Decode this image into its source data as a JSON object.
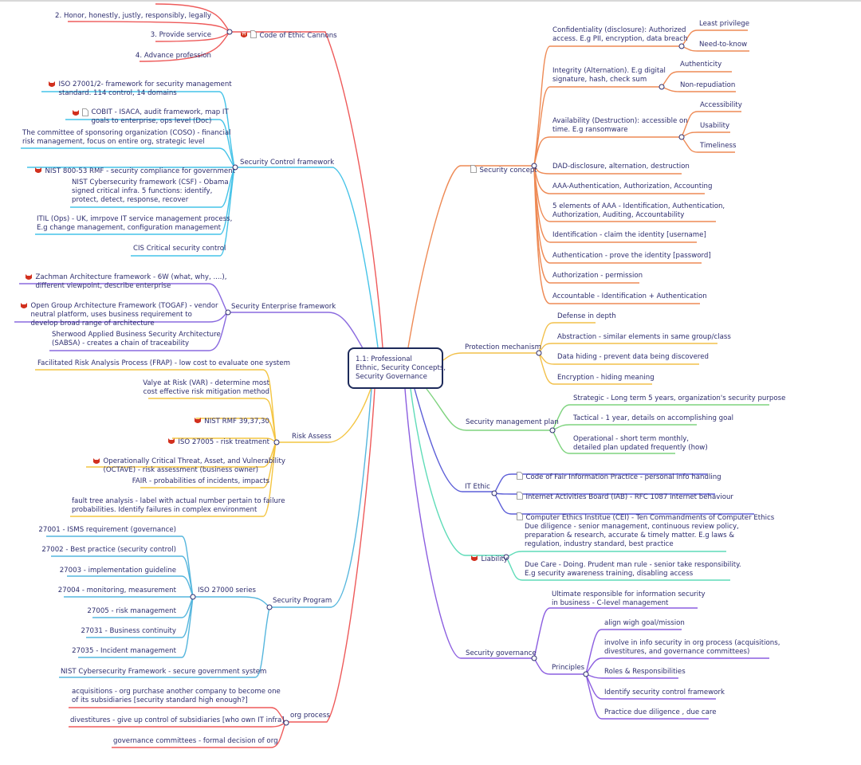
{
  "center": {
    "label": "1.1: Professional\nEthnic, Security Concepts,\nSecurity Governance"
  },
  "colors": {
    "red": "#ee5a5a",
    "cyan": "#45c3e8",
    "purple": "#8a6adf",
    "yellow": "#f4c542",
    "blue": "#55b6dd",
    "orange": "#ee8a55",
    "gold": "#f2c04a",
    "green": "#7ed37e",
    "indigo": "#5d5fd8",
    "teal": "#5fdcb8",
    "violet": "#8c5ee0",
    "text": "#2d2d6e"
  },
  "left": {
    "code_of_ethic": {
      "label": "Code of Ethic Cannons",
      "icons": [
        "mascot-icon",
        "note-icon"
      ],
      "children": [
        "2. Honor, honestly, justly, responsibly, legally",
        "3. Provide service",
        "4. Advance profession"
      ]
    },
    "security_control_framework": {
      "label": "Security Control framework",
      "children": [
        "ISO 27001/2- framework for security management\nstandard. 114 control, 14 domains",
        "COBIT - ISACA, audit framework, map IT\ngoals to enterprise, ops level (Doc)",
        "The committee of sponsoring organization (COSO) - financial\nrisk management, focus on entire org, strategic level",
        "NIST 800-53 RMF - security compliance for government",
        "NIST Cybersecurity framework (CSF) - Obama\nsigned critical infra. 5 functions: identify,\nprotect, detect, response, recover",
        "ITIL (Ops) - UK, imrpove IT service management process,\nE.g change management, configuration management",
        "CIS Critical security control"
      ]
    },
    "security_enterprise_framework": {
      "label": "Security Enterprise framework",
      "children": [
        "Zachman Architecture framework - 6W (what, why, ....),\ndifferent viewpoint, describe enterprise",
        "Open Group Architecture Framework (TOGAF) - vendor\nneutral platform, uses business requirement to\ndevelop broad range of architecture",
        "Sherwood Applied Business Security Architecture\n(SABSA) - creates a chain of traceability"
      ]
    },
    "risk_assess": {
      "label": "Risk Assess",
      "children": [
        "Facilitated Risk Analysis Process (FRAP) - low cost to evaluate one system",
        "Valye at Risk (VAR) - determine most\ncost effective risk mitigation method",
        "NIST RMF 39,37,30",
        "ISO 27005 - risk treatment",
        "Operationally Critical Threat, Asset, and Vulnerability\n(OCTAVE) - risk assessment (business owner)",
        "FAIR - probabilities of incidents, impacts",
        "fault tree analysis - label with actual number pertain to failure\nprobabilities. Identify failures in complex environment"
      ]
    },
    "security_program": {
      "label": "Security Program",
      "iso": {
        "label": "ISO 27000 series",
        "children": [
          "27001 - ISMS requirement (governance)",
          "27002 - Best practice (security control)",
          "27003 - implementation guideline",
          "27004 - monitoring, measurement",
          "27005 - risk management",
          "27031 - Business continuity",
          "27035 - Incident management"
        ]
      },
      "nist": "NIST Cybersecurity Framework - secure government system"
    },
    "org_process": {
      "label": "org process",
      "children": [
        "acquisitions - org purchase another company to become one\nof its subsidiaries [security standard high enough?]",
        "divestitures - give up control of subsidiaries [who own IT infra]",
        "governance committees - formal decision of org"
      ]
    }
  },
  "right": {
    "security_concept": {
      "label": "Security concept",
      "cia": [
        {
          "label": "Confidentiality (disclosure): Authorized\naccess. E.g PII, encryption, data breach",
          "children": [
            "Least privilege",
            "Need-to-know"
          ]
        },
        {
          "label": "Integrity (Alternation). E.g digital\nsignature, hash, check sum",
          "children": [
            "Authenticity",
            "Non-repudiation"
          ]
        },
        {
          "label": "Availability (Destruction): accessible on\ntime. E.g ransomware",
          "children": [
            "Accessibility",
            "Usability",
            "Timeliness"
          ]
        }
      ],
      "children": [
        "DAD-disclosure, alternation, destruction",
        "AAA-Authentication, Authorization, Accounting",
        "5 elements of AAA - Identification, Authentication,\nAuthorization, Auditing, Accountability",
        "Identification - claim the identity [username]",
        "Authentication - prove the identity [password]",
        "Authorization - permission",
        "Accountable - Identification + Authentication"
      ]
    },
    "protection_mechanism": {
      "label": "Protection mechanism",
      "children": [
        "Defense in depth",
        "Abstraction - similar elements in same group/class",
        "Data hiding - prevent data being discovered",
        "Encryption - hiding meaning"
      ]
    },
    "security_management_plan": {
      "label": "Security management plan",
      "children": [
        "Strategic - Long term 5 years, organization's security purpose",
        "Tactical - 1 year, details on accomplishing goal",
        "Operational - short term monthly,\ndetailed plan updated frequently (how)"
      ]
    },
    "it_ethic": {
      "label": "IT Ethic",
      "children": [
        "Code of Fair Information Practice - personal info handling",
        "Internet Activities Board (IAB) - RFC 1087 internet behaviour",
        "Computer Ethics Institue (CEI) - Ten Commandments of Computer Ethics"
      ]
    },
    "liability": {
      "label": "Liability",
      "children": [
        "Due diligence - senior management, continuous review policy,\npreparation & research, accurate & timely matter. E.g laws &\nregulation, industry standard, best practice",
        "Due Care - Doing. Prudent man rule - senior take responsibility.\nE.g security awareness training, disabling access"
      ]
    },
    "security_governance": {
      "label": "Security governance",
      "children": [
        "Ultimate responsible for information security\nin business - C-level management"
      ],
      "principles": {
        "label": "Principles",
        "children": [
          "align wigh goal/mission",
          "involve in info security in org process (acquisitions,\ndivestitures, and governance committees)",
          "Roles & Responsibilities",
          "Identify security control framework",
          "Practice due diligence , due care"
        ]
      }
    }
  }
}
